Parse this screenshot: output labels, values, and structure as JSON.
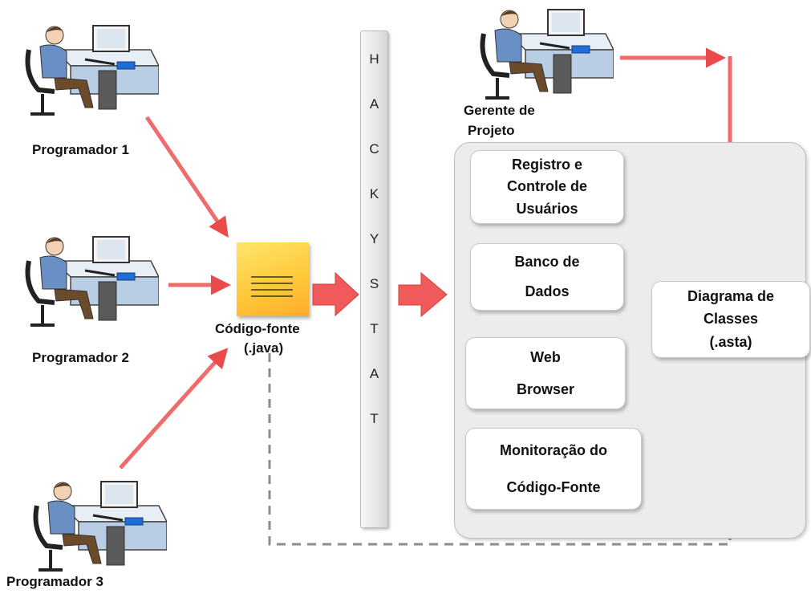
{
  "actors": {
    "programmer1": "Programador 1",
    "programmer2": "Programador 2",
    "programmer3": "Programador 3",
    "manager_line1": "Gerente de",
    "manager_line2": "Projeto"
  },
  "source_file": {
    "line1": "Código-fonte",
    "line2": "(.java)"
  },
  "hackystat_letters": [
    "H",
    "A",
    "C",
    "K",
    "Y",
    "S",
    "T",
    "A",
    "T"
  ],
  "modules": {
    "registro": [
      "Registro e",
      "Controle de",
      "Usuários"
    ],
    "banco": [
      "Banco de",
      "Dados"
    ],
    "web": [
      "Web",
      "Browser"
    ],
    "monitoracao": [
      "Monitoração do",
      "Código-Fonte"
    ]
  },
  "class_diagram": [
    "Diagrama de",
    "Classes",
    "(.asta)"
  ],
  "colors": {
    "arrow_red": "#f05a5a",
    "dashed_gray": "#8c8c8c",
    "note_yellow": "#ffcf40"
  }
}
